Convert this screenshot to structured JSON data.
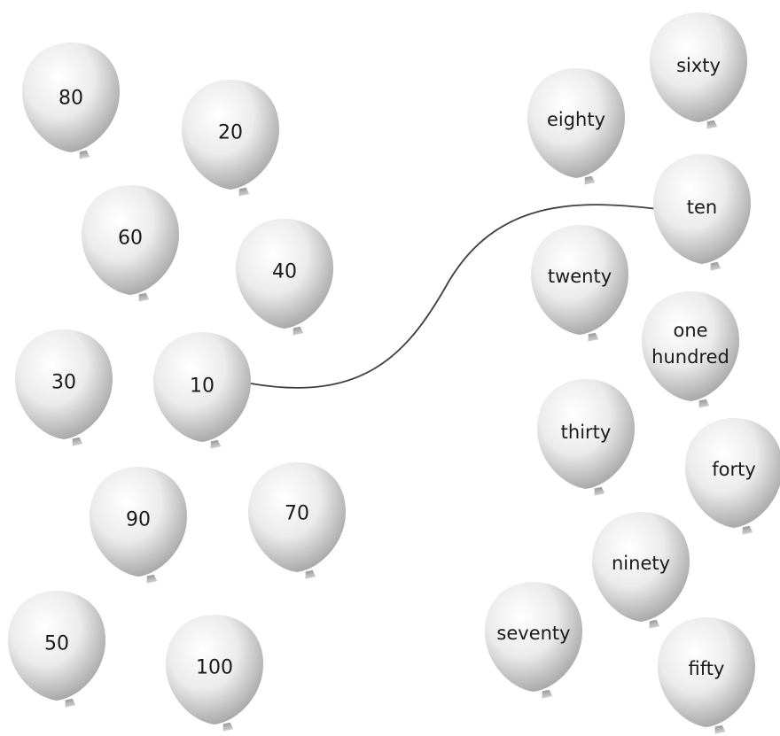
{
  "balloons": {
    "numbers": [
      "80",
      "20",
      "60",
      "40",
      "30",
      "10",
      "90",
      "70",
      "50",
      "100"
    ],
    "words": [
      "sixty",
      "eighty",
      "ten",
      "twenty",
      "one hundred",
      "thirty",
      "forty",
      "ninety",
      "seventy",
      "fifty"
    ]
  },
  "connection": {
    "from": "10",
    "to": "ten"
  },
  "colors": {
    "balloon_light": "#ffffff",
    "balloon_mid": "#e6e6e6",
    "balloon_dark": "#9c9c9c",
    "string": "#404040"
  }
}
